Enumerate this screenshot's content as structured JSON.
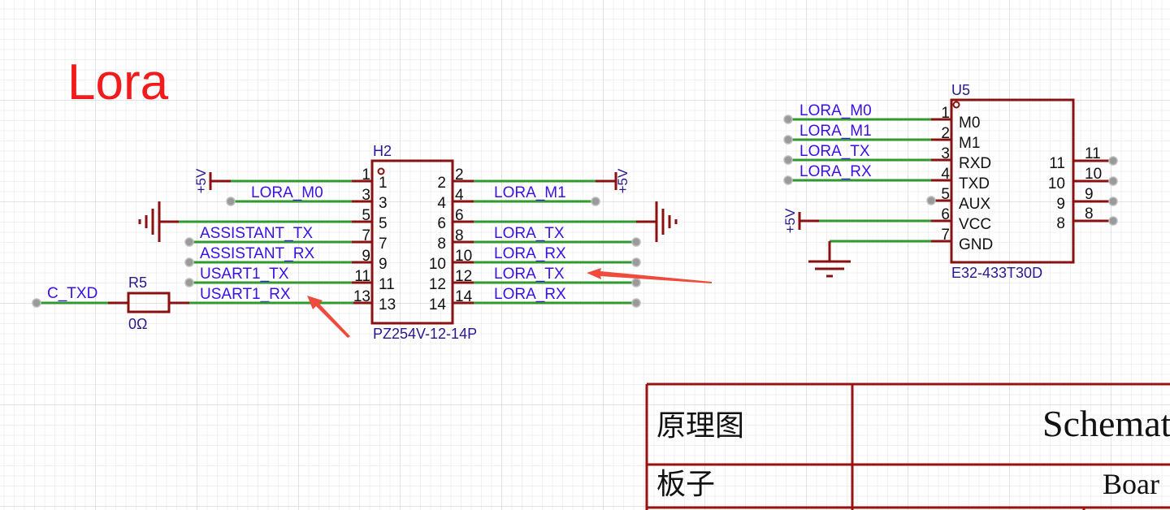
{
  "title": "Lora",
  "h2": {
    "designator": "H2",
    "part": "PZ254V-12-14P",
    "left_pins": [
      {
        "num": "1",
        "inner": "1",
        "net": "+5V",
        "kind": "power"
      },
      {
        "num": "3",
        "inner": "3",
        "net": "LORA_M0",
        "kind": "label"
      },
      {
        "num": "5",
        "inner": "5",
        "net": "GND",
        "kind": "ground"
      },
      {
        "num": "7",
        "inner": "7",
        "net": "ASSISTANT_TX",
        "kind": "label"
      },
      {
        "num": "9",
        "inner": "9",
        "net": "ASSISTANT_RX",
        "kind": "label"
      },
      {
        "num": "11",
        "inner": "11",
        "net": "USART1_TX",
        "kind": "label"
      },
      {
        "num": "13",
        "inner": "13",
        "net": "USART1_RX",
        "kind": "resistor"
      }
    ],
    "right_pins": [
      {
        "num": "2",
        "inner": "2",
        "net": "+5V",
        "kind": "power"
      },
      {
        "num": "4",
        "inner": "4",
        "net": "LORA_M1",
        "kind": "label"
      },
      {
        "num": "6",
        "inner": "6",
        "net": "GND",
        "kind": "ground"
      },
      {
        "num": "8",
        "inner": "8",
        "net": "LORA_TX",
        "kind": "label"
      },
      {
        "num": "10",
        "inner": "10",
        "net": "LORA_RX",
        "kind": "label"
      },
      {
        "num": "12",
        "inner": "12",
        "net": "LORA_TX",
        "kind": "label"
      },
      {
        "num": "14",
        "inner": "14",
        "net": "LORA_RX",
        "kind": "label"
      }
    ]
  },
  "r5": {
    "designator": "R5",
    "value": "0Ω",
    "net": "C_TXD"
  },
  "u5": {
    "designator": "U5",
    "part": "E32-433T30D",
    "left_pins": [
      {
        "num": "1",
        "name": "M0",
        "net": "LORA_M0"
      },
      {
        "num": "2",
        "name": "M1",
        "net": "LORA_M1"
      },
      {
        "num": "3",
        "name": "RXD",
        "net": "LORA_TX"
      },
      {
        "num": "4",
        "name": "TXD",
        "net": "LORA_RX"
      },
      {
        "num": "5",
        "name": "AUX",
        "net": ""
      },
      {
        "num": "6",
        "name": "VCC",
        "net": "+5V"
      },
      {
        "num": "7",
        "name": "GND",
        "net": "GND"
      }
    ],
    "right_pins": [
      {
        "num": "11",
        "name": "11"
      },
      {
        "num": "10",
        "name": "10"
      },
      {
        "num": "9",
        "name": "9"
      },
      {
        "num": "8",
        "name": "8"
      }
    ]
  },
  "power": {
    "vcc_label": "+5V"
  },
  "title_block": {
    "row1_label": "原理图",
    "row1_value": "Schemat",
    "row2_label": "板子",
    "row2_value": "Boar"
  },
  "colors": {
    "title": "#f21b1b",
    "net_label": "#3a10e8",
    "wire": "#2f9a2f",
    "component": "#8b1010",
    "annotation_arrow": "#ee4b3c"
  }
}
